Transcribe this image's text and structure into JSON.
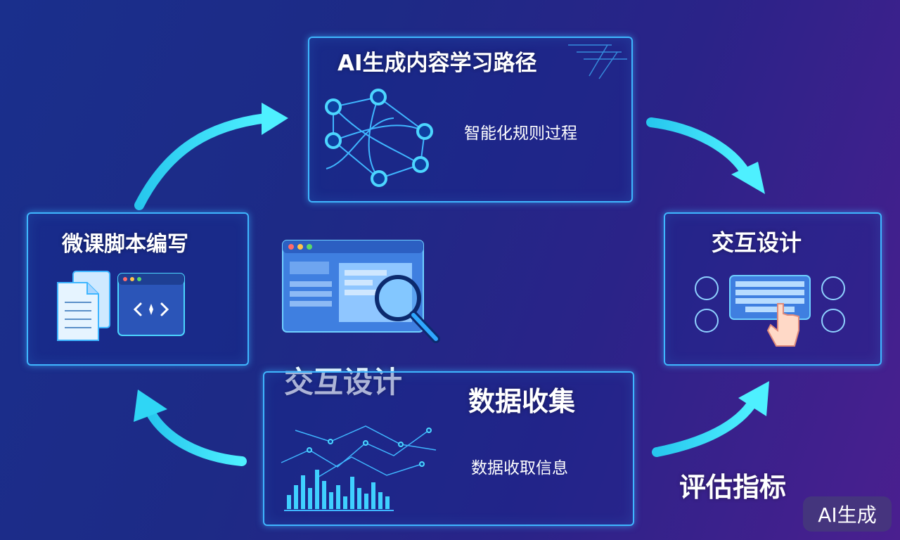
{
  "nodes": {
    "top": {
      "title": "AI生成内容学习路径",
      "subtitle": "智能化规则过程"
    },
    "left": {
      "title": "微课脚本编写"
    },
    "right": {
      "title": "交互设计"
    },
    "center": {
      "title": "交互设计"
    },
    "bottom": {
      "title": "数据收集",
      "subtitle": "数据收取信息"
    },
    "bottom_right_label": "评估指标"
  },
  "badge": "AI生成",
  "colors": {
    "accent": "#3fb6ff",
    "arrow": "#2fe0f5"
  }
}
